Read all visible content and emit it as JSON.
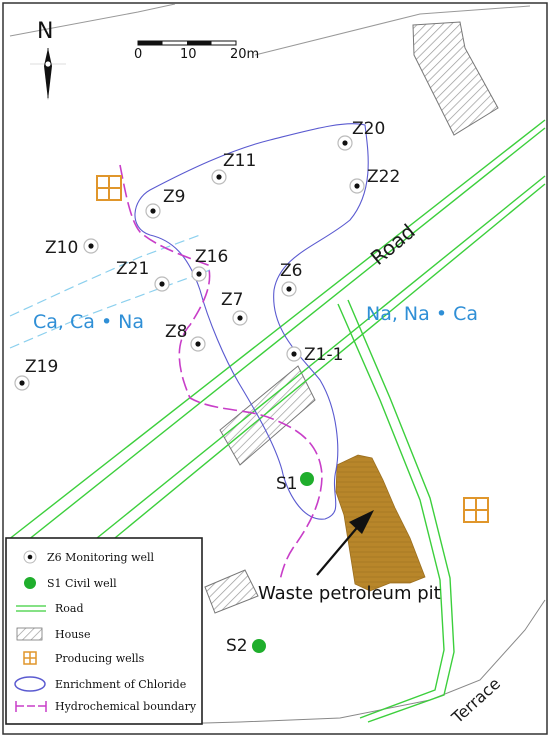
{
  "north_label": "N",
  "scale": {
    "ticks": [
      "0",
      "10",
      "20m"
    ]
  },
  "road_label": "Road",
  "terrace_label": "Terrace",
  "zones": {
    "west": "Ca, Ca • Na",
    "east": "Na, Na • Ca"
  },
  "pit_label": "Waste petroleum pit",
  "wells": {
    "z20": "Z20",
    "z11": "Z11",
    "z22": "Z22",
    "z9": "Z9",
    "z10": "Z10",
    "z16": "Z16",
    "z21": "Z21",
    "z6": "Z6",
    "z7": "Z7",
    "z8": "Z8",
    "z1_1": "Z1-1",
    "z19": "Z19",
    "s1": "S1",
    "s2": "S2"
  },
  "legend": {
    "monitoring": "Z6  Monitoring well",
    "civil": "S1  Civil well",
    "road": "Road",
    "house": "House",
    "producing": "Producing wells",
    "chloride": "Enrichment of Chloride",
    "boundary": "Hydrochemical boundary"
  },
  "colors": {
    "road": "#3ccf3c",
    "chloride": "#5a5ad0",
    "boundary": "#c83ec8",
    "zone_text": "#2f8fd6",
    "producing": "#e0962b",
    "civil_well": "#1fae2c",
    "pit": "#b8862a"
  }
}
